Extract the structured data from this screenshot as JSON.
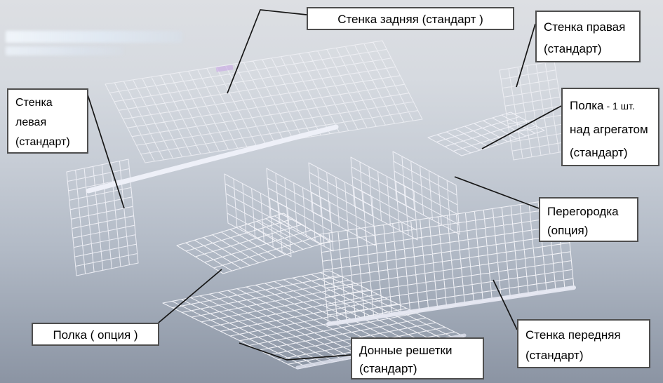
{
  "labels": {
    "back_wall": {
      "text": "Стенка задняя (стандарт )"
    },
    "right_wall": {
      "line1": "Стенка правая",
      "line2": "(стандарт)"
    },
    "shelf_over_unit": {
      "name": "Полка",
      "qty": "- 1 шт.",
      "line2": "над агрегатом",
      "line3": "(стандарт)"
    },
    "partition": {
      "line1": "Перегородка",
      "line2": "(опция)"
    },
    "front_wall": {
      "line1": "Стенка передняя",
      "line2": "(стандарт)"
    },
    "bottom_grids": {
      "line1": "Донные решетки",
      "line2": "(стандарт)"
    },
    "shelf_option": {
      "text": "Полка ( опция )"
    },
    "left_wall": {
      "line1": "Стенка",
      "line2": "левая",
      "line3": "(стандарт)"
    }
  },
  "colors": {
    "label_background": "#ffffff",
    "label_border": "#4e4e4e",
    "leader_line": "#161616",
    "mesh_wire": "#f5f5fa",
    "background_top": "#dddfe3",
    "background_bottom": "#8b94a3"
  }
}
